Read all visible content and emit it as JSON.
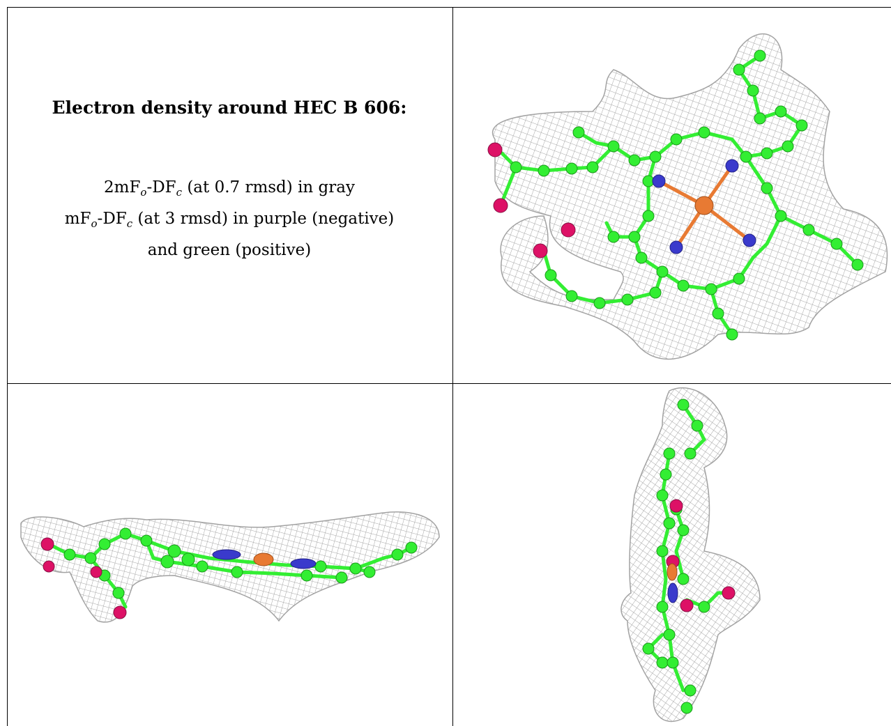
{
  "figure": {
    "title": "Electron density around HEC B 606:",
    "legend_lines": [
      {
        "pre": "2mF",
        "sub1": "o",
        "mid": "-DF",
        "sub2": "c",
        "post": " (at 0.7 rmsd) in gray"
      },
      {
        "pre": "mF",
        "sub1": "o",
        "mid": "-DF",
        "sub2": "c",
        "post": " (at 3 rmsd) in purple (negative)"
      },
      {
        "pre": "",
        "sub1": "",
        "mid": "",
        "sub2": "",
        "post": "and green (positive)"
      }
    ]
  },
  "colors": {
    "mesh": "#9a9a9a",
    "carbon": "#33ee33",
    "nitrogen": "#3a3acc",
    "oxygen": "#dd1166",
    "iron": "#e87a33",
    "border": "#000000"
  },
  "panels": [
    {
      "id": "top-right",
      "view": "face-on heme"
    },
    {
      "id": "bottom-left",
      "view": "edge-on horizontal"
    },
    {
      "id": "bottom-right",
      "view": "edge-on vertical"
    }
  ]
}
